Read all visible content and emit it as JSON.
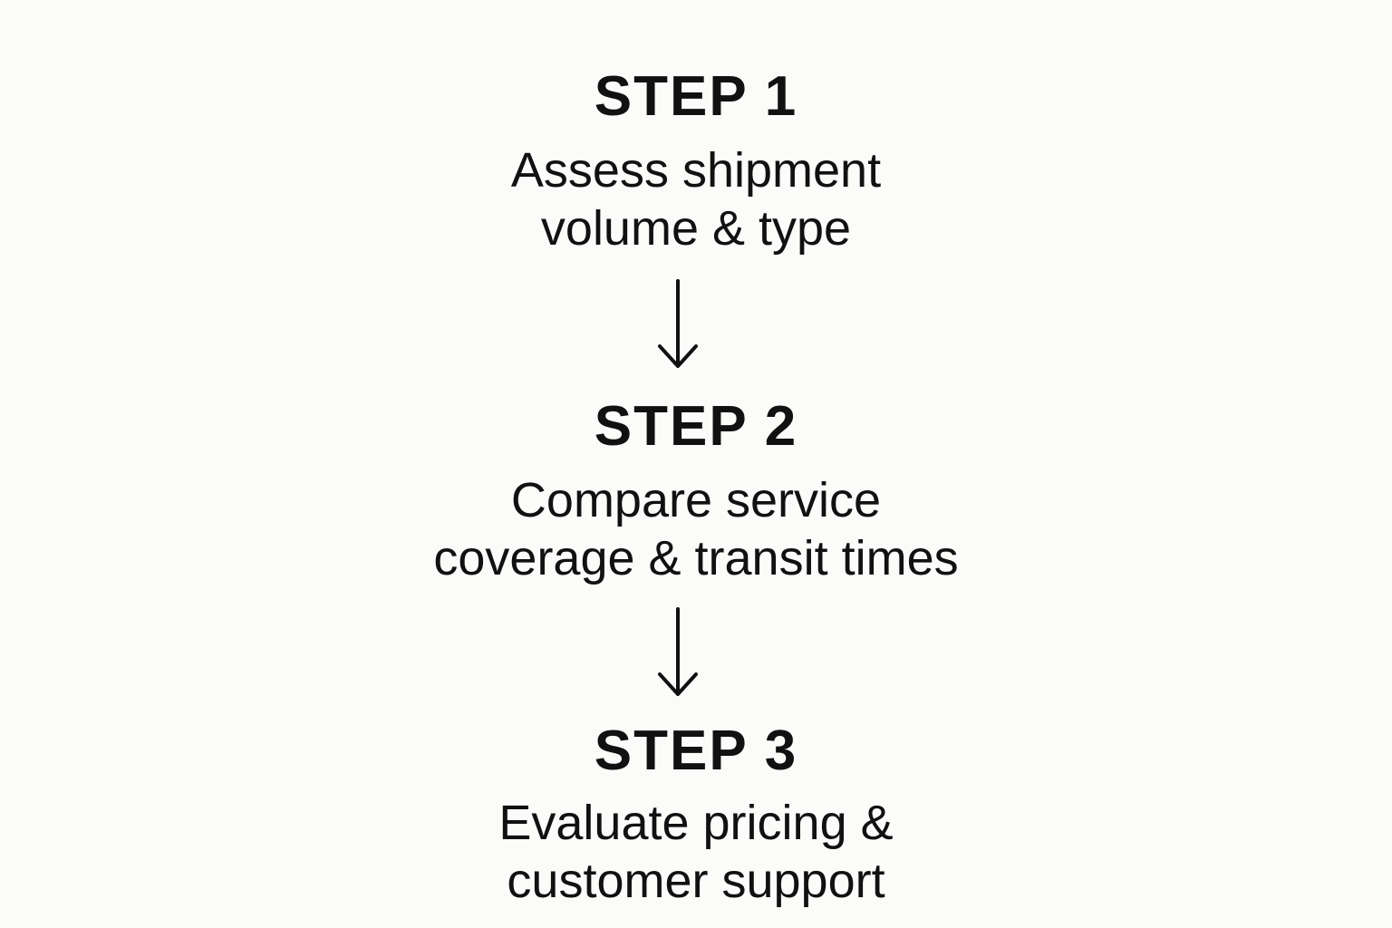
{
  "flow": {
    "steps": [
      {
        "title": "STEP 1",
        "lines": [
          "Assess shipment",
          "volume & type"
        ]
      },
      {
        "title": "STEP 2",
        "lines": [
          "Compare service",
          "coverage & transit times"
        ]
      },
      {
        "title": "STEP 3",
        "lines": [
          "Evaluate pricing &",
          "customer support"
        ]
      }
    ],
    "arrow_icon": "down-arrow-icon",
    "colors": {
      "background": "#fbfbf9",
      "text": "#111111",
      "arrow": "#111111"
    }
  }
}
